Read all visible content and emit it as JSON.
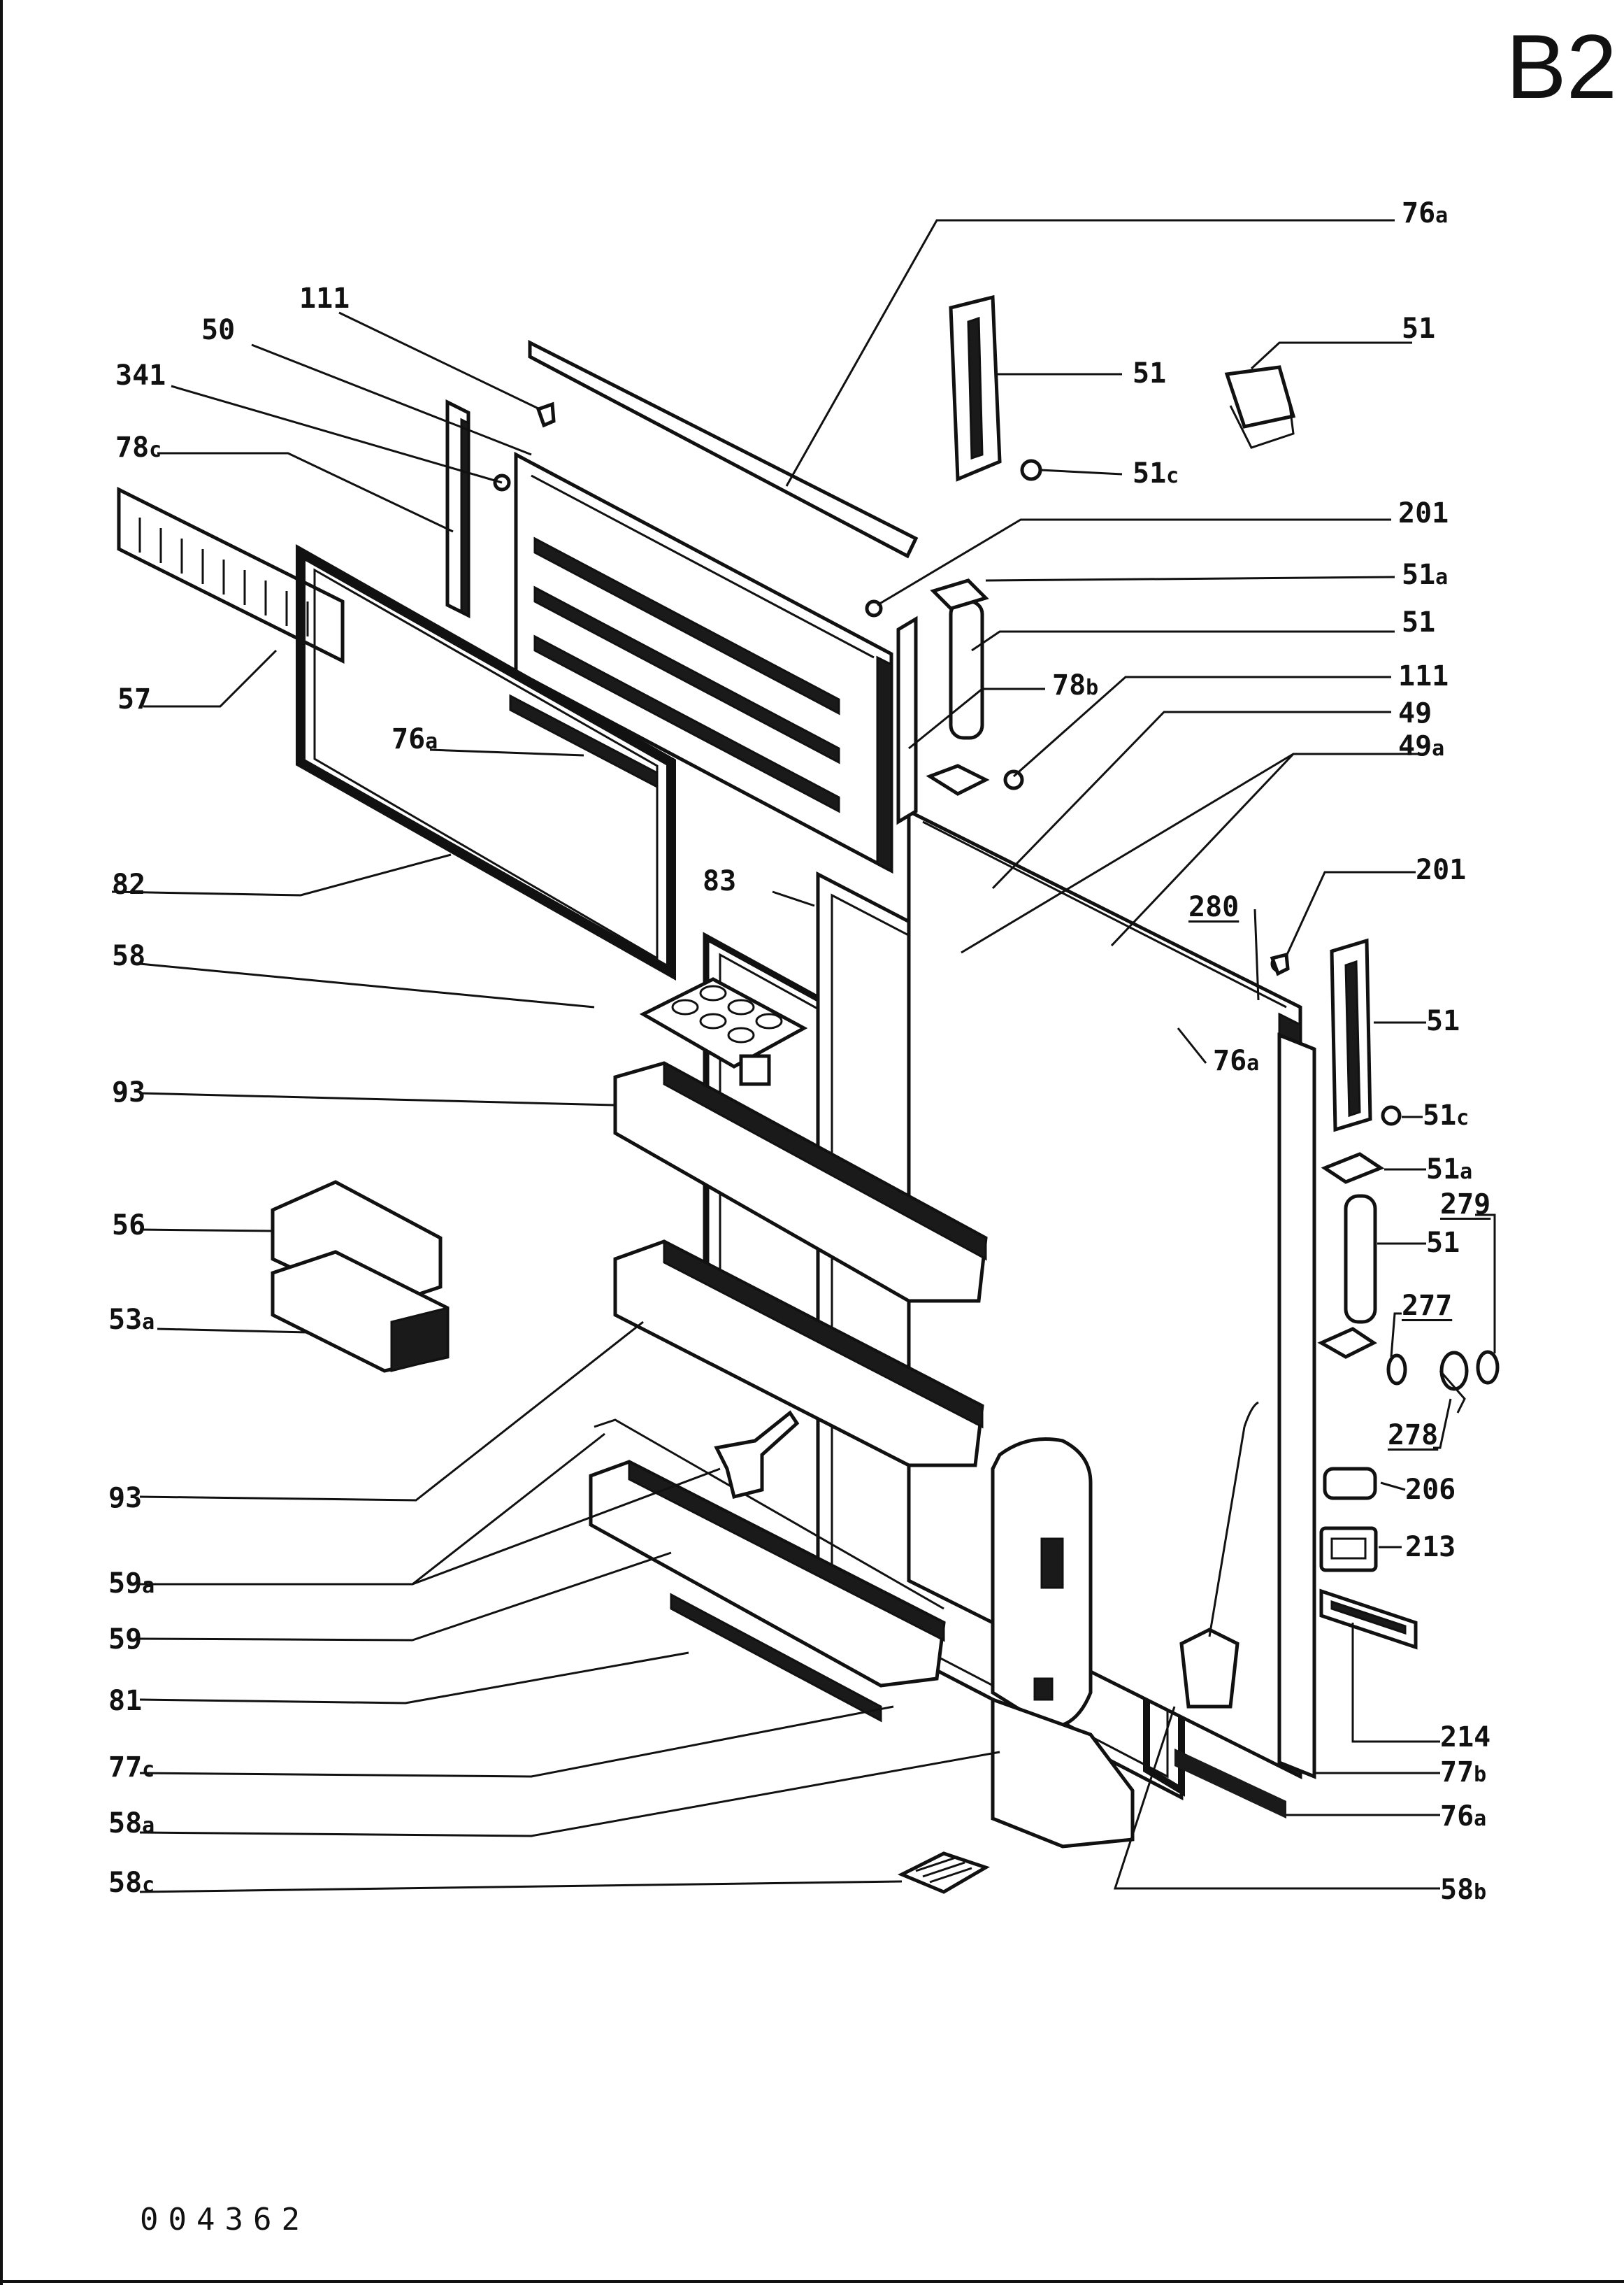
{
  "sheet_id": "B2",
  "document_number": "004362",
  "callouts": [
    {
      "id": "c-76a-top",
      "num": "76",
      "suffix": "a",
      "underline": false
    },
    {
      "id": "c-111-top",
      "num": "111",
      "suffix": "",
      "underline": false
    },
    {
      "id": "c-50",
      "num": "50",
      "suffix": "",
      "underline": false
    },
    {
      "id": "c-341",
      "num": "341",
      "suffix": "",
      "underline": false
    },
    {
      "id": "c-78c",
      "num": "78",
      "suffix": "c",
      "underline": false
    },
    {
      "id": "c-57",
      "num": "57",
      "suffix": "",
      "underline": false
    },
    {
      "id": "c-76a-left",
      "num": "76",
      "suffix": "a",
      "underline": false
    },
    {
      "id": "c-82",
      "num": "82",
      "suffix": "",
      "underline": false
    },
    {
      "id": "c-83",
      "num": "83",
      "suffix": "",
      "underline": false
    },
    {
      "id": "c-58",
      "num": "58",
      "suffix": "",
      "underline": false
    },
    {
      "id": "c-93-upper",
      "num": "93",
      "suffix": "",
      "underline": false
    },
    {
      "id": "c-56",
      "num": "56",
      "suffix": "",
      "underline": false
    },
    {
      "id": "c-53a",
      "num": "53",
      "suffix": "a",
      "underline": false
    },
    {
      "id": "c-93-lower",
      "num": "93",
      "suffix": "",
      "underline": false
    },
    {
      "id": "c-59a",
      "num": "59",
      "suffix": "a",
      "underline": false
    },
    {
      "id": "c-59",
      "num": "59",
      "suffix": "",
      "underline": false
    },
    {
      "id": "c-81",
      "num": "81",
      "suffix": "",
      "underline": false
    },
    {
      "id": "c-77c",
      "num": "77",
      "suffix": "c",
      "underline": false
    },
    {
      "id": "c-58a",
      "num": "58",
      "suffix": "a",
      "underline": false
    },
    {
      "id": "c-58c",
      "num": "58",
      "suffix": "c",
      "underline": false
    },
    {
      "id": "c-51-top-mid",
      "num": "51",
      "suffix": "",
      "underline": false
    },
    {
      "id": "c-51-top-right",
      "num": "51",
      "suffix": "",
      "underline": false
    },
    {
      "id": "c-51c-top",
      "num": "51",
      "suffix": "c",
      "underline": false
    },
    {
      "id": "c-201-top",
      "num": "201",
      "suffix": "",
      "underline": false
    },
    {
      "id": "c-51a-top",
      "num": "51",
      "suffix": "a",
      "underline": false
    },
    {
      "id": "c-51-hinge-top",
      "num": "51",
      "suffix": "",
      "underline": false
    },
    {
      "id": "c-78b",
      "num": "78",
      "suffix": "b",
      "underline": false
    },
    {
      "id": "c-111-mid",
      "num": "111",
      "suffix": "",
      "underline": false
    },
    {
      "id": "c-49",
      "num": "49",
      "suffix": "",
      "underline": false
    },
    {
      "id": "c-49a",
      "num": "49",
      "suffix": "a",
      "underline": false
    },
    {
      "id": "c-201-mid",
      "num": "201",
      "suffix": "",
      "underline": false
    },
    {
      "id": "c-280",
      "num": "280",
      "suffix": "",
      "underline": true
    },
    {
      "id": "c-51-right",
      "num": "51",
      "suffix": "",
      "underline": false
    },
    {
      "id": "c-76a-mid",
      "num": "76",
      "suffix": "a",
      "underline": false
    },
    {
      "id": "c-51c-right",
      "num": "51",
      "suffix": "c",
      "underline": false
    },
    {
      "id": "c-51a-right",
      "num": "51",
      "suffix": "a",
      "underline": false
    },
    {
      "id": "c-279",
      "num": "279",
      "suffix": "",
      "underline": true
    },
    {
      "id": "c-51-hinge-right",
      "num": "51",
      "suffix": "",
      "underline": false
    },
    {
      "id": "c-277",
      "num": "277",
      "suffix": "",
      "underline": true
    },
    {
      "id": "c-278",
      "num": "278",
      "suffix": "",
      "underline": true
    },
    {
      "id": "c-206",
      "num": "206",
      "suffix": "",
      "underline": false
    },
    {
      "id": "c-213",
      "num": "213",
      "suffix": "",
      "underline": false
    },
    {
      "id": "c-214",
      "num": "214",
      "suffix": "",
      "underline": false
    },
    {
      "id": "c-77b",
      "num": "77",
      "suffix": "b",
      "underline": false
    },
    {
      "id": "c-76a-bottom",
      "num": "76",
      "suffix": "a",
      "underline": false
    },
    {
      "id": "c-58b",
      "num": "58",
      "suffix": "b",
      "underline": false
    }
  ]
}
